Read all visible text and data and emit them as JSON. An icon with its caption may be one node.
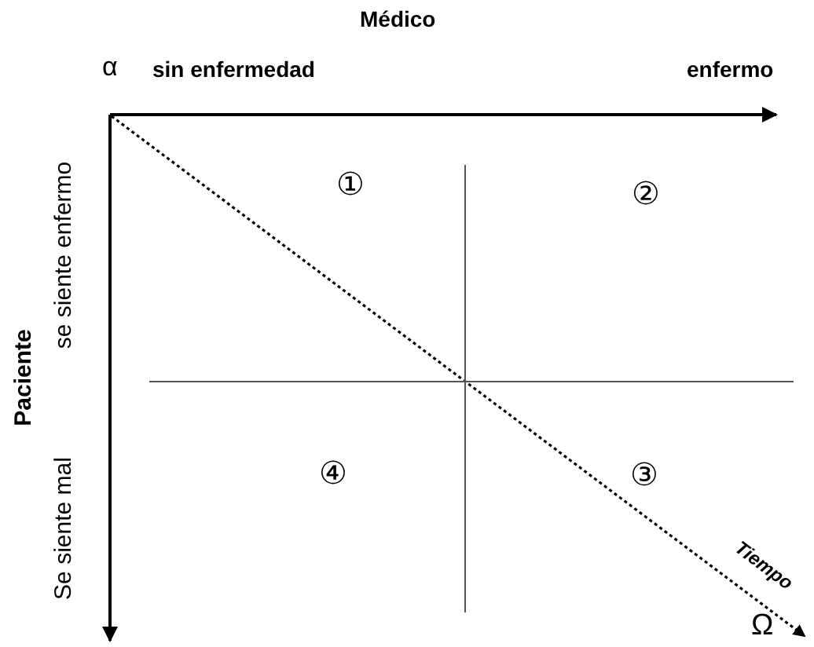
{
  "diagram": {
    "labels": [
      "Médico",
      "α",
      "sin enfermedad",
      "enfermo",
      "①",
      "②",
      "Paciente",
      "se siente enfermo",
      "Se siente mal",
      "④",
      "③",
      "Tiempo",
      "Ω"
    ]
  }
}
